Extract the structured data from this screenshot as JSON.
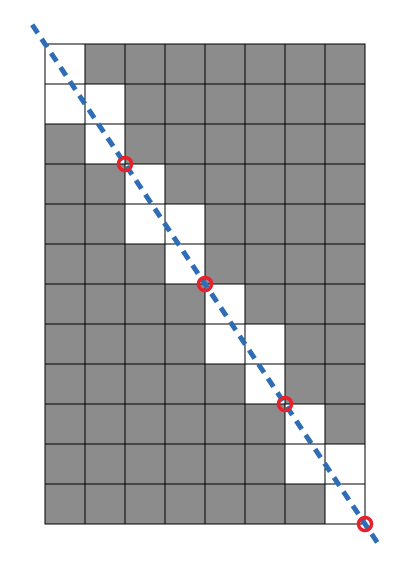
{
  "grid": {
    "columns": 8,
    "rows": 12,
    "white_cells_by_row": [
      [
        0
      ],
      [
        0,
        1
      ],
      [
        1
      ],
      [
        2
      ],
      [
        2,
        3
      ],
      [
        3
      ],
      [
        4
      ],
      [
        4,
        5
      ],
      [
        5
      ],
      [
        6
      ],
      [
        6,
        7
      ],
      [
        7
      ]
    ]
  },
  "intersection_points": [
    {
      "col": 2,
      "row": 3
    },
    {
      "col": 4,
      "row": 6
    },
    {
      "col": 6,
      "row": 9
    },
    {
      "col": 8,
      "row": 12
    }
  ],
  "colors": {
    "shaded_cell": "#8c8c8c",
    "white_cell": "#ffffff",
    "grid_line": "#000000",
    "diagonal_line": "#2e6db4",
    "marker": "#e8202a"
  }
}
